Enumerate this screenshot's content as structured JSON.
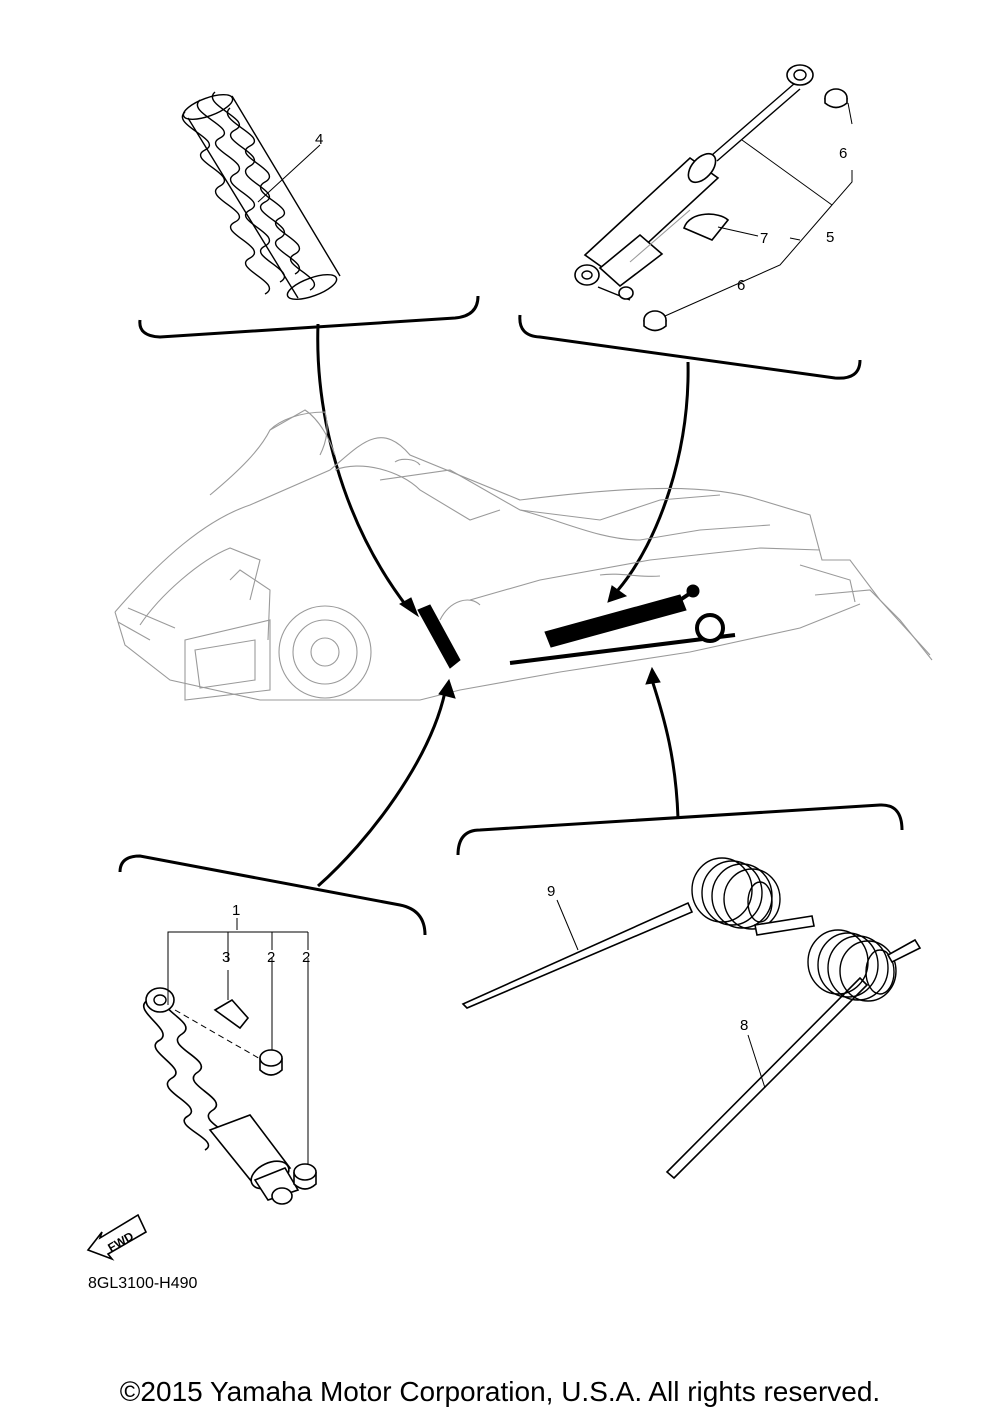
{
  "diagram": {
    "callouts": {
      "c1": "1",
      "c2a": "2",
      "c2b": "2",
      "c3": "3",
      "c4": "4",
      "c5": "5",
      "c6a": "6",
      "c6b": "6",
      "c7": "7",
      "c8": "8",
      "c9": "9"
    },
    "fwd_label": "FWD",
    "drawing_code": "8GL3100-H490",
    "copyright": "©2015 Yamaha Motor Corporation, U.S.A. All rights reserved."
  }
}
